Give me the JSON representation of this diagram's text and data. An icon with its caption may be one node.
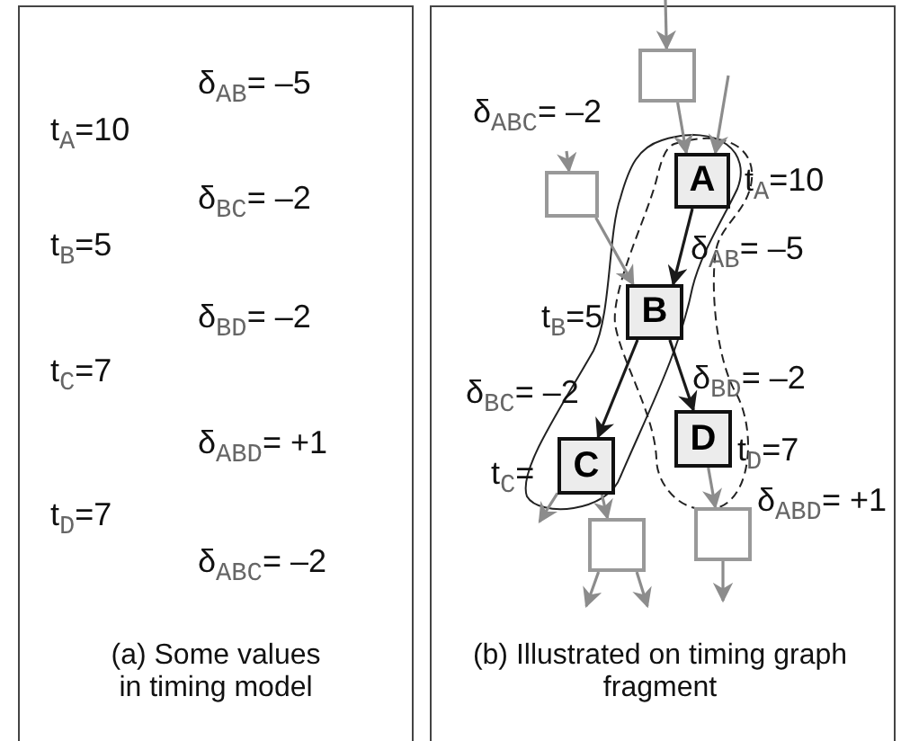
{
  "diagram": {
    "nodes": [
      {
        "text": [],
        "shape": "box"
      },
      {
        "text": [],
        "shape": "box"
      },
      {
        "text": [
          "A"
        ],
        "beside": [
          "t$_{A}$=10"
        ]
      },
      {
        "text": [
          "B"
        ],
        "beside": [
          "t$_{B}$=5"
        ]
      },
      {
        "text": [
          "D"
        ],
        "beside": [
          "t$_{D}$=7"
        ]
      },
      {
        "text": [
          "C"
        ],
        "beside": [
          "t$_{C}$="
        ]
      },
      {
        "text": [],
        "shape": "box"
      },
      {
        "text": [],
        "shape": "box"
      }
    ],
    "edges": [
      {
        "from": null,
        "to": 0,
        "arrow": "to"
      },
      {
        "from": 0,
        "to": 2,
        "arrow": "to"
      },
      {
        "from": null,
        "to": 2,
        "arrow": "to"
      },
      {
        "from": null,
        "to": 1,
        "arrow": "to"
      },
      {
        "from": 1,
        "to": 3,
        "arrow": "to"
      },
      {
        "from": 2,
        "to": 3,
        "arrow": "to",
        "color": "#1a1a1a",
        "label": "δ$_{AB}$= –5"
      },
      {
        "from": 3,
        "to": 5,
        "arrow": "to",
        "color": "#1a1a1a",
        "label": "δ$_{BC}$= –2"
      },
      {
        "from": 3,
        "to": 4,
        "arrow": "to",
        "color": "#1a1a1a",
        "label": "δ$_{BD}$= –2"
      },
      {
        "from": 5,
        "to": null,
        "arrow": "to"
      },
      {
        "from": 5,
        "to": 6,
        "arrow": "to"
      },
      {
        "from": 4,
        "to": 7,
        "arrow": "to"
      },
      {
        "from": 6,
        "to": null,
        "arrow": "to"
      },
      {
        "from": 6,
        "to": null,
        "arrow": "to"
      },
      {
        "from": 7,
        "to": null,
        "arrow": "to"
      }
    ],
    "labels": [
      "δ$_{AB}$= –5",
      "t$_{A}$=10",
      "δ$_{BC}$= –2",
      "t$_{B}$=5",
      "δ$_{BD}$= –2",
      "t$_{C}$=7",
      "δ$_{ABD}$= +1",
      "t$_{D}$=7",
      "δ$_{ABC}$= –2",
      "(a) Some values in timing model",
      "δ$_{ABC}$= –2",
      "δ$_{ABD}$= +1",
      "(b) Illustrated on timing graph fragment"
    ]
  }
}
